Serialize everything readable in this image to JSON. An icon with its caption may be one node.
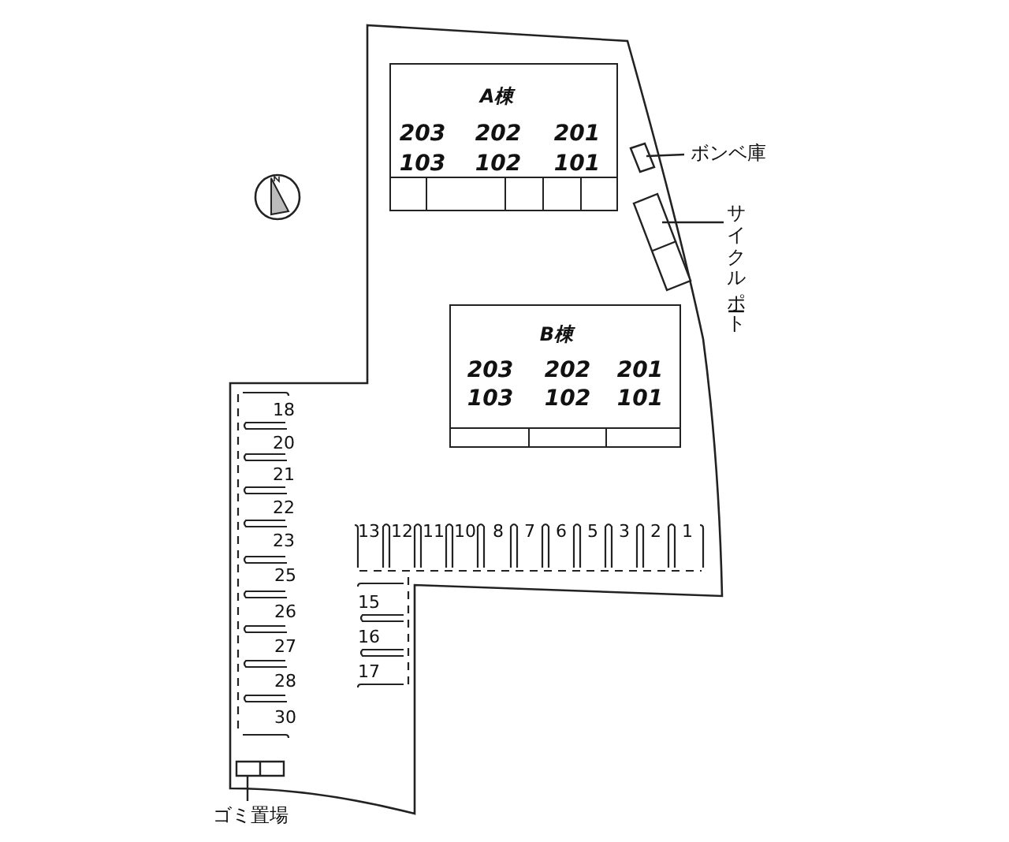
{
  "diagram": {
    "nodes": [
      {
        "text": [
          "A棟",
          "203",
          "202",
          "201",
          "103",
          "102",
          "101"
        ]
      },
      {
        "text": [],
        "shape": "box"
      },
      {
        "text": [
          "ボンベ庫"
        ]
      },
      {
        "text": [],
        "shape": "box"
      },
      {
        "text": [
          "サイクルポート"
        ]
      },
      {
        "text": [
          "B棟",
          "203",
          "202",
          "201",
          "103",
          "102",
          "101"
        ]
      },
      {
        "text": [],
        "shape": "box"
      },
      {
        "text": [
          "ゴミ置場"
        ]
      }
    ],
    "edges": [
      {
        "from": 2,
        "to": 1,
        "arrow": "none"
      },
      {
        "from": 4,
        "to": 3,
        "arrow": "none"
      },
      {
        "from": 7,
        "to": 6,
        "arrow": "none"
      }
    ],
    "labels": [
      "18",
      "20",
      "21",
      "22",
      "23",
      "25",
      "26",
      "27",
      "28",
      "30",
      "13",
      "12",
      "11",
      "10",
      "8",
      "7",
      "6",
      "5",
      "3",
      "2",
      "1",
      "15",
      "16",
      "17"
    ]
  }
}
